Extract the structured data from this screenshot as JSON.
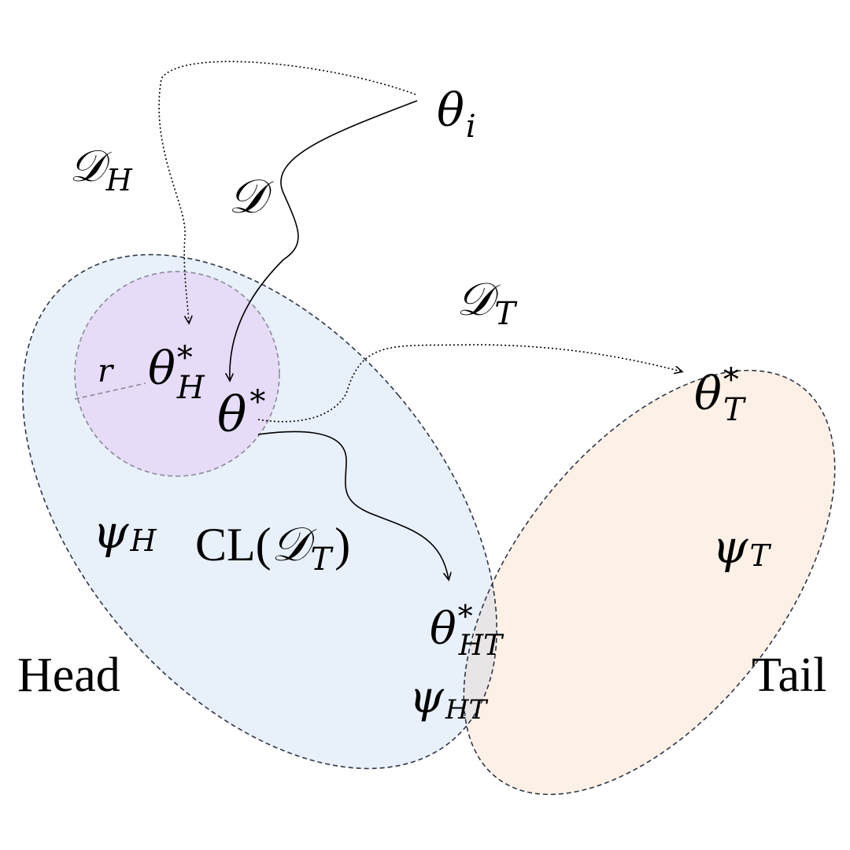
{
  "colors": {
    "head_fill": "#e8f0fa",
    "tail_fill": "#fdf1e7",
    "overlap_fill": "#e9e4e6",
    "ball_fill": "#e6dcf8",
    "border": "#2f3645",
    "ball_border": "#8a8a98"
  },
  "labels": {
    "theta_i": {
      "base": "θ",
      "sub": "i"
    },
    "d_h": {
      "base": "𝒟",
      "sub": "H"
    },
    "d": {
      "base": "𝒟"
    },
    "d_t": {
      "base": "𝒟",
      "sub": "T"
    },
    "r": "r",
    "theta_h_star": {
      "base": "θ",
      "sup": "*",
      "sub": "H"
    },
    "theta_star": {
      "base": "θ",
      "sup": "*"
    },
    "theta_t_star": {
      "base": "θ",
      "sup": "*",
      "sub": "T"
    },
    "theta_ht_star": {
      "base": "θ",
      "sup": "*",
      "sub": "HT"
    },
    "psi_h": {
      "base": "ψ",
      "sub": "H"
    },
    "cl_dt": {
      "prefix": "CL(",
      "base": "𝒟",
      "sub": "T",
      "suffix": ")"
    },
    "psi_t": {
      "base": "ψ",
      "sub": "T"
    },
    "psi_ht": {
      "base": "ψ",
      "sub": "HT"
    },
    "head": "Head",
    "tail": "Tail"
  }
}
